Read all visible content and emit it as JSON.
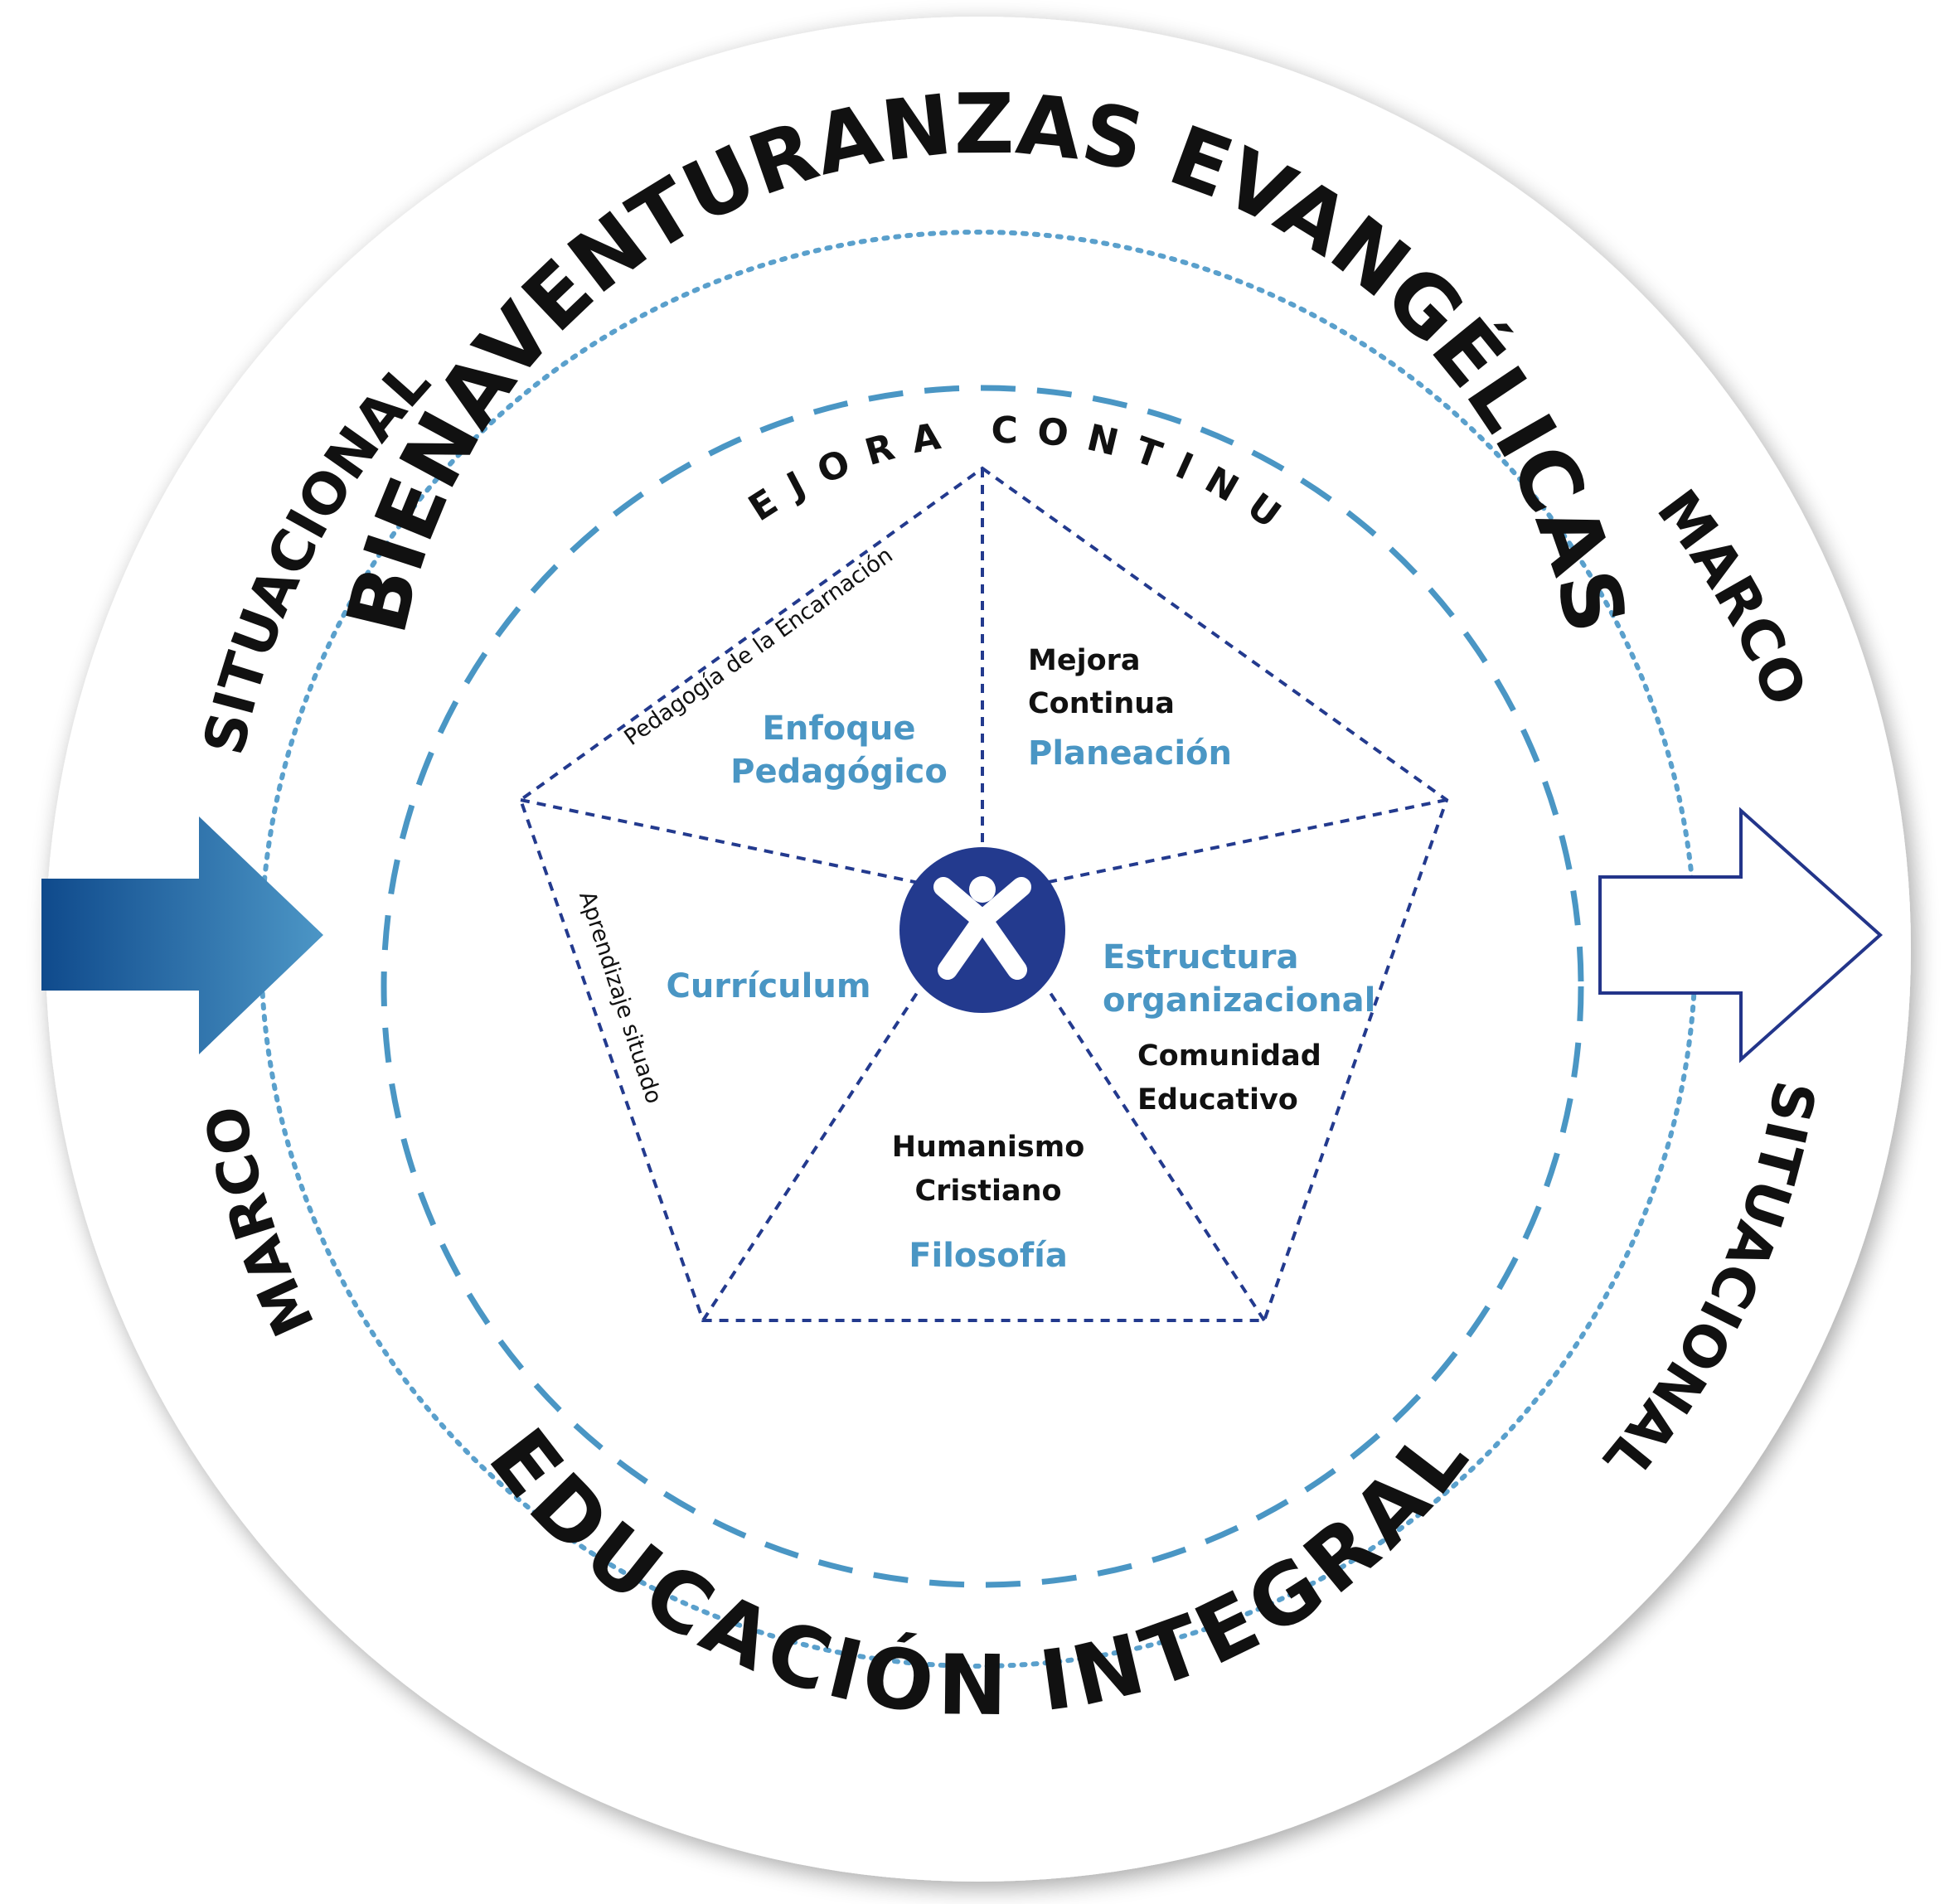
{
  "outer_ring": {
    "top": "BIENAVENTURANZAS EVANGÉLICAS",
    "bottom": "EDUCACIÓN INTEGRAL",
    "upper_left": "SITUACIONAL",
    "upper_right": "MARCO",
    "lower_left": "MARCO",
    "lower_right": "SITUACIONAL"
  },
  "inner_arc": "MEJORA CONTINUA",
  "segments": {
    "enfoque": {
      "title_line1": "Enfoque",
      "title_line2": "Pedagógico",
      "side_label": "Pedagogía de la Encarnación"
    },
    "planeacion": {
      "sub_line1": "Mejora",
      "sub_line2": "Continua",
      "title": "Planeación"
    },
    "estructura": {
      "title_line1": "Estructura",
      "title_line2": "organizacional",
      "sub_line1": "Comunidad",
      "sub_line2": "Educativo"
    },
    "filosofia": {
      "sub_line1": "Humanismo",
      "sub_line2": "Cristiano",
      "title": "Filosofía"
    },
    "curriculum": {
      "title": "Currículum",
      "side_label": "Aprendizaje situado"
    }
  },
  "colors": {
    "navy": "#233a8e",
    "light_blue": "#4a96c4",
    "dotted_blue": "#5aa0cc",
    "arrow_dark": "#0f4a8c",
    "arrow_light": "#4c96c6",
    "outline_arrow": "#23358a"
  },
  "icons": {
    "center": "person-arms-raised-icon",
    "left_arrow": "arrow-right-icon",
    "right_arrow": "arrow-right-outline-icon"
  }
}
